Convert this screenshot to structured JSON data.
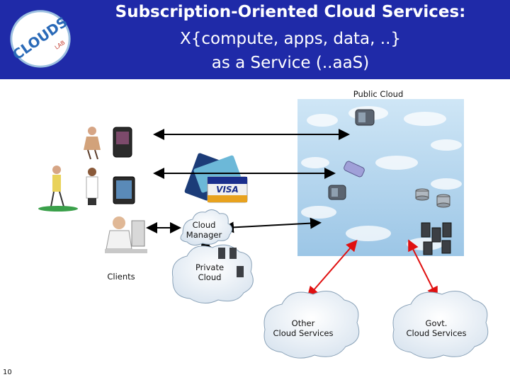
{
  "header": {
    "title_line1": "Subscription-Oriented Cloud Services:",
    "title_line2": "X{compute, apps, data, ..}",
    "title_line3": "as a Service (..aaS)",
    "logo_text": "CLOUDS",
    "logo_sub": "LAB",
    "background_color": "#1f2aa8"
  },
  "labels": {
    "public_cloud": "Public Cloud",
    "cloud_manager": "Cloud\nManager",
    "private_cloud": "Private\nCloud",
    "clients": "Clients",
    "other_cloud_services": "Other\nCloud Services",
    "govt_cloud_services": "Govt.\nCloud Services",
    "card_visa": "VISA"
  },
  "page_number": "10",
  "colors": {
    "accent_red": "#e01010",
    "arrow_black": "#000000",
    "public_cloud_bg": "#bcd8ee"
  }
}
